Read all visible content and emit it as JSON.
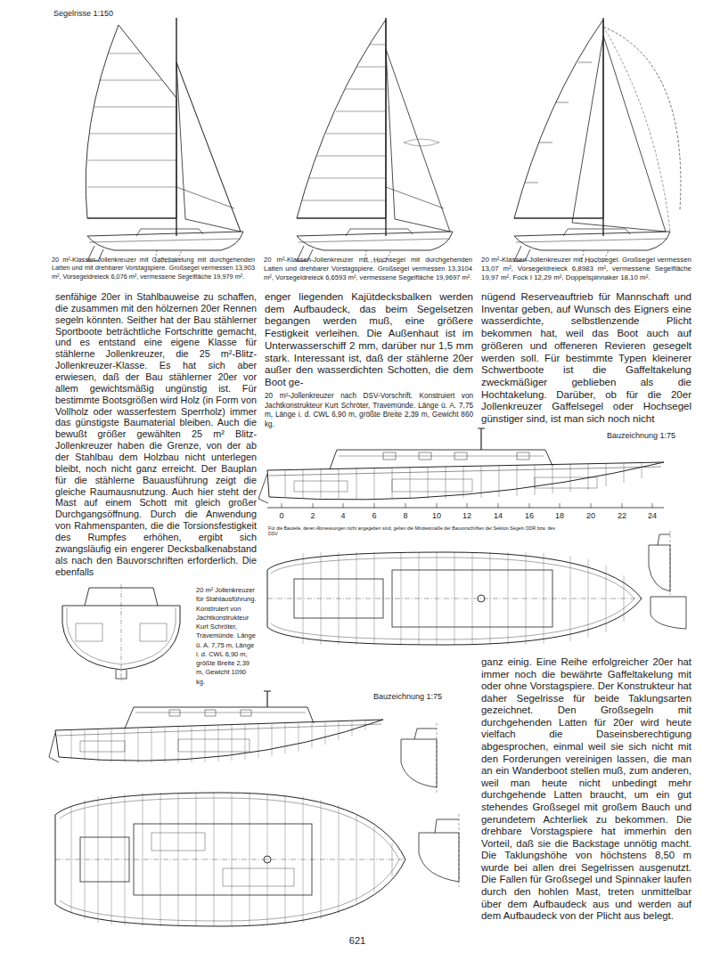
{
  "diagram": {
    "labels": [
      "Segelrisse 1:150",
      "20 m²-Klassen-Jollenkreuzer mit Gaffeltakelung mit durchgehenden Latten und mit drehbarer Vorstagspiere. Großsegel vermessen 13,903 m², Vorsegeldreieck 6,076 m², vermessene Segelfläche 19,979 m².",
      "20 m²-Klassen-Jollenkreuzer mit Hochsegel mit durchgehenden Latten und drehbarer Vorstagspiere. Großsegel vermessen 13,3104 m², Vorsegeldreieck 6,6593 m², vermessene Segelfläche 19,9697 m².",
      "20 m²-Klassen-Jollenkreuzer mit Hochsegel. Großsegel vermessen 13,07 m², Vorsegeldreieck 6,8983 m², vermessene Segelfläche 19,97 m². Fock I 12,29 m², Doppelspinnaker 18,10 m².",
      "senfähige 20er in Stahlbauweise zu schaffen, die zusammen mit den hölzernen 20er Rennen segeln könnten. Seither hat der Bau stählerner Sportboote beträchtliche Fortschritte gemacht, und es entstand eine eigene Klasse für stählerne Jollenkreuzer, die 25 m²-Blitz-Jollenkreuzer-Klasse. Es hat sich aber erwiesen, daß der Bau stählerner 20er vor allem gewichtsmäßig ungünstig ist. Für bestimmte Bootsgrößen wird Holz (in Form von Vollholz oder wasserfestem Sperrholz) immer das günstigste Baumaterial bleiben. Auch die bewußt größer gewählten 25 m² Blitz-Jollenkreuzer haben die Grenze, von der ab der Stahlbau dem Holzbau nicht unterlegen bleibt, noch nicht ganz erreicht. Der Bauplan für die stählerne Bauausführung zeigt die gleiche Raumausnutzung. Auch hier steht der Mast auf einem Schott mit gleich großer Durchgangsöffnung. Durch die Anwendung von Rahmenspanten, die die Torsionsfestigkeit des Rumpfes erhöhen, ergibt sich zwangsläufig ein engerer Decksbalkenabstand als nach den Bauvorschriften erforderlich. Die ebenfalls",
      "enger liegenden Kajütdecksbalken werden dem Aufbaudeck, das beim Segelsetzen begangen werden muß, eine größere Festigkeit verleihen. Die Außenhaut ist im Unterwasserschiff 2 mm, darüber nur 1,5 mm stark. Interessant ist, daß der stählerne 20er außer den wasserdichten Schotten, die dem Boot ge-",
      "nügend Reserveauftrieb für Mannschaft und Inventar geben, auf Wunsch des Eigners eine wasserdichte, selbstlenzende Plicht bekommen hat, weil das Boot auch auf größeren und offeneren Revieren gesegelt werden soll. Für bestimmte Typen kleinerer Schwertboote ist die Gaffeltakelung zweckmäßiger geblieben als die Hochtakelung. Darüber, ob für die 20er Jollenkreuzer Gaffelsegel oder Hochsegel günstiger sind, ist man sich noch nicht",
      "20 m²-Jollenkreuzer nach DSV-Vorschrift. Konstruiert von Jachtkonstrukteur Kurt Schröter, Travemünde. Länge ü. A. 7,75 m, Länge i. d. CWL 6,90 m, größte Breite 2,39 m, Gewicht 860 kg.",
      "Bauzeichnung 1:75",
      "Für die Bauteile, deren Abmessungen nicht angegeben sind, gelten die Mindestmaße der Bauvorschriften der Sektion Segeln DDR bzw. des DSV",
      "0",
      "2",
      "4",
      "6",
      "8",
      "10",
      "12",
      "14",
      "16",
      "18",
      "20",
      "22",
      "24",
      "20 m² Jollenkreuzer für Stahlausführung. Konstruiert von Jachtkonstrukteur Kurt Schröter, Travemünde. Länge ü. A. 7,75 m, Länge i. d. CWL 6,90 m, größte Breite 2,39 m, Gewicht 1090 kg.",
      "Bauzeichnung 1:75",
      "ganz einig. Eine Reihe erfolgreicher 20er hat immer noch die bewährte Gaffeltakelung mit oder ohne Vorstagspiere. Der Konstrukteur hat daher Segelrisse für beide Taklungsarten gezeichnet. Den Großsegeln mit durchgehenden Latten für 20er wird heute vielfach die Daseinsberechtigung abgesprochen, einmal weil sie sich nicht mit den Forderungen vereinigen lassen, die man an ein Wanderboot stellen muß, zum anderen, weil man heute nicht unbedingt mehr durchgehende Latten braucht, um ein gut stehendes Großsegel mit großem Bauch und gerundetem Achterliek zu bekommen. Die drehbare Vorstagspiere hat immerhin den Vorteil, daß sie die Backstage unnötig macht. Die Taklungshöhe von höchstens 8,50 m wurde bei allen drei Segelrissen ausgenutzt. Die Fallen für Großsegel und Spinnaker laufen durch den hohlen Mast, treten unmittelbar über dem Aufbaudeck aus und werden auf dem Aufbaudeck von der Plicht aus belegt.",
      "621"
    ]
  }
}
